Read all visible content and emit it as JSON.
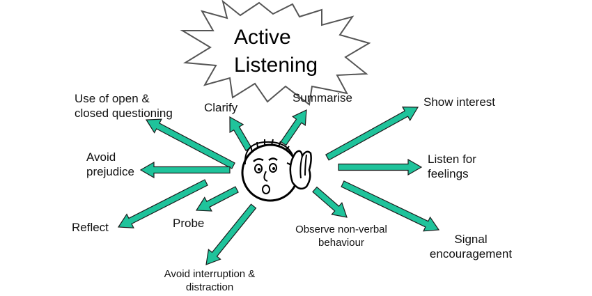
{
  "title": {
    "line1": "Active",
    "line2": "Listening"
  },
  "colors": {
    "arrow": "#1FC39B",
    "arrow_outline": "#1b1b1b",
    "burst_fill": "#ffffff",
    "burst_outline": "#555555"
  },
  "labels": {
    "open_closed_1": "Use of open &",
    "open_closed_2": "closed questioning",
    "clarify": "Clarify",
    "summarise": "Summarise",
    "show_interest": "Show interest",
    "avoid_prejudice_1": "Avoid",
    "avoid_prejudice_2": "prejudice",
    "listen_feelings_1": "Listen for",
    "listen_feelings_2": "feelings",
    "reflect": "Reflect",
    "probe": "Probe",
    "observe_1": "Observe non-verbal",
    "observe_2": "behaviour",
    "signal_1": "Signal",
    "signal_2": "encouragement",
    "avoid_interruption_1": "Avoid interruption &",
    "avoid_interruption_2": "distraction"
  },
  "center_icon": "listening-face-icon"
}
